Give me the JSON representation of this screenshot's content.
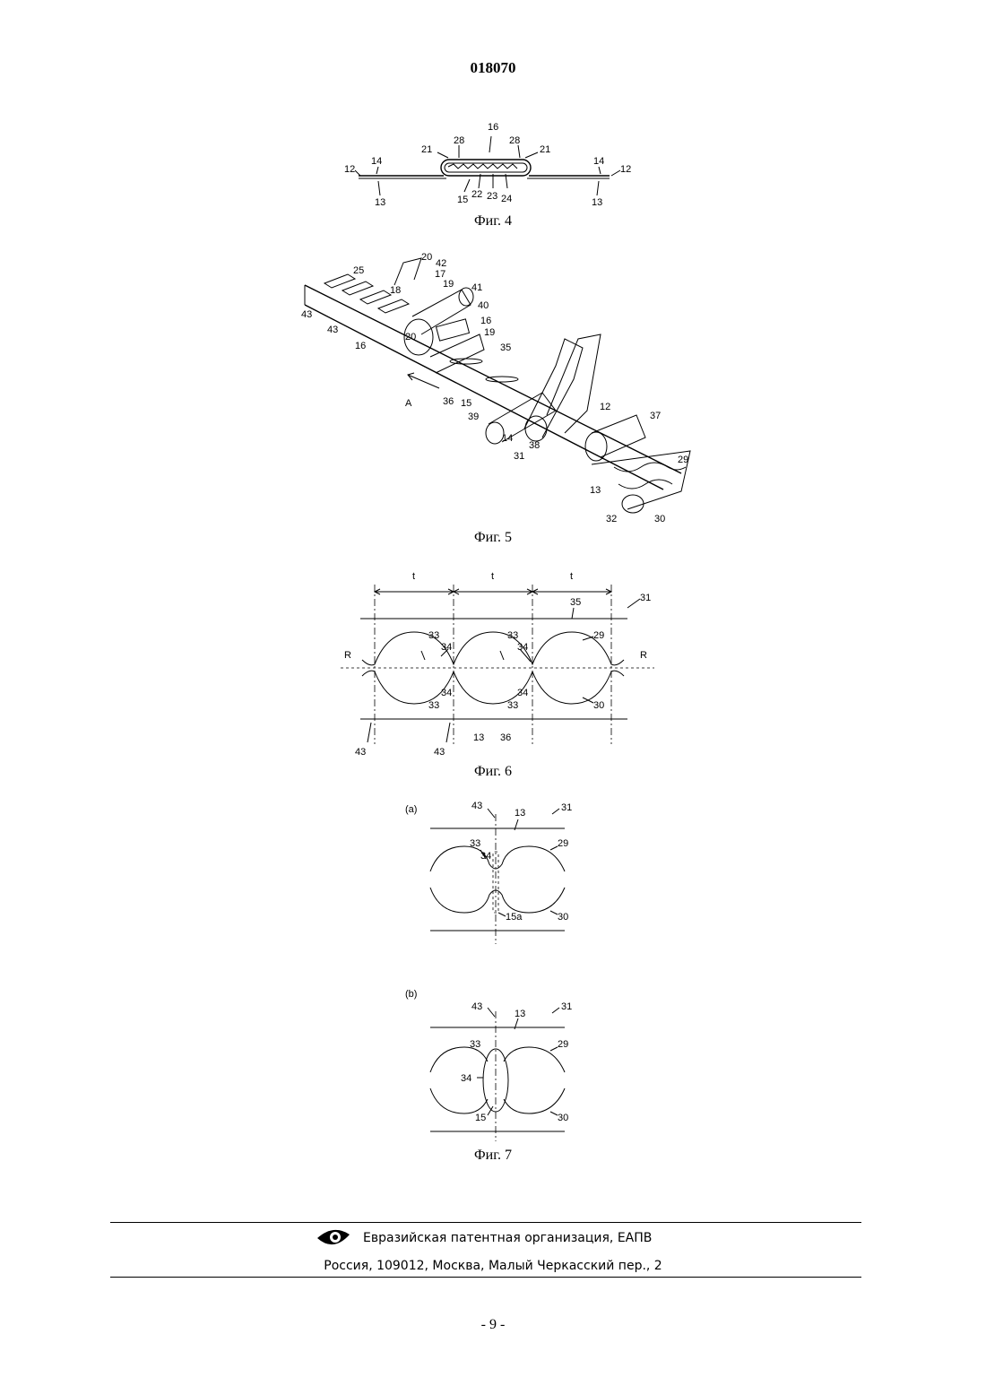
{
  "header": {
    "document_number": "018070"
  },
  "figures": {
    "fig4": {
      "caption": "Фиг. 4",
      "labels": [
        "16",
        "28",
        "28",
        "21",
        "21",
        "14",
        "14",
        "12",
        "12",
        "13",
        "13",
        "15",
        "22",
        "23",
        "24"
      ]
    },
    "fig5": {
      "caption": "Фиг. 5",
      "labels": [
        "20",
        "42",
        "17",
        "25",
        "18",
        "19",
        "41",
        "43",
        "40",
        "43",
        "16",
        "20",
        "16",
        "19",
        "35",
        "A",
        "36",
        "15",
        "39",
        "12",
        "37",
        "14",
        "38",
        "31",
        "29",
        "13",
        "32",
        "30"
      ]
    },
    "fig6": {
      "caption": "Фиг. 6",
      "labels": [
        "t",
        "t",
        "t",
        "35",
        "31",
        "33",
        "34",
        "33",
        "34",
        "29",
        "R",
        "R",
        "34",
        "33",
        "34",
        "33",
        "30",
        "13",
        "36",
        "43",
        "43"
      ]
    },
    "fig7": {
      "caption": "Фиг. 7",
      "part_a": {
        "tag": "(a)",
        "labels": [
          "43",
          "13",
          "31",
          "33",
          "29",
          "34",
          "15a",
          "30"
        ]
      },
      "part_b": {
        "tag": "(b)",
        "labels": [
          "43",
          "13",
          "31",
          "33",
          "29",
          "34",
          "15",
          "30"
        ]
      }
    }
  },
  "footer": {
    "organization": "Евразийская патентная организация, ЕАПВ",
    "address": "Россия, 109012, Москва, Малый Черкасский пер., 2"
  },
  "page_number": "- 9 -",
  "colors": {
    "ink": "#000000",
    "paper": "#ffffff"
  },
  "icons": {
    "logo": "eapo-eye-logo"
  }
}
